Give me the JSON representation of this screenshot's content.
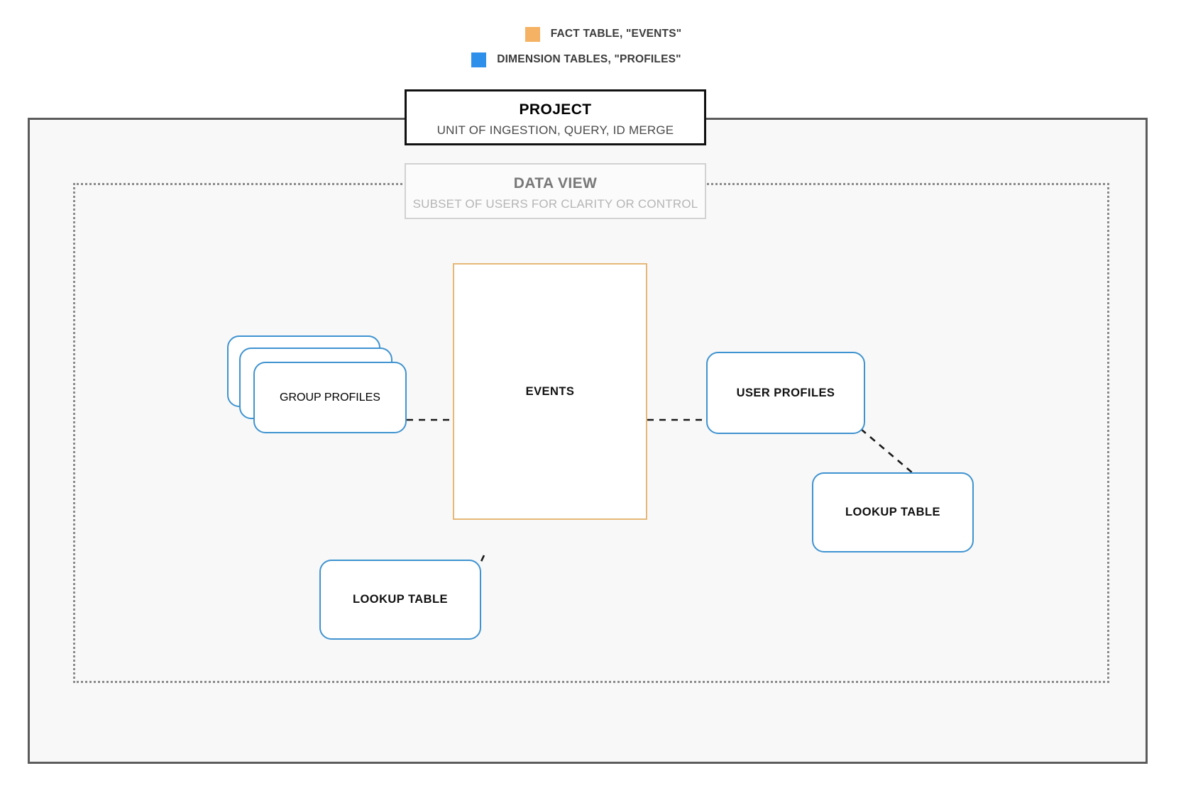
{
  "legend": {
    "items": [
      {
        "label": "FACT TABLE, \"EVENTS\"",
        "color": "#f5b264",
        "icon": "square-swatch-icon"
      },
      {
        "label": "DIMENSION TABLES, \"PROFILES\"",
        "color": "#2f90ec",
        "icon": "square-swatch-icon"
      }
    ]
  },
  "project": {
    "title": "PROJECT",
    "subtitle": "UNIT OF INGESTION, QUERY, ID MERGE",
    "border_color": "#111111"
  },
  "data_view": {
    "title": "DATA VIEW",
    "subtitle": "SUBSET OF USERS FOR CLARITY OR CONTROL",
    "border_color": "#d2d2d2"
  },
  "entities": {
    "group_profiles": {
      "label": "GROUP PROFILES",
      "type": "dimension",
      "color": "#3f93d0",
      "stacked": true
    },
    "events": {
      "label": "EVENTS",
      "type": "fact",
      "color": "#e6b877",
      "stacked": false
    },
    "user_profiles": {
      "label": "USER PROFILES",
      "type": "dimension",
      "color": "#3f93d0",
      "stacked": false
    },
    "lookup_table_left": {
      "label": "LOOKUP TABLE",
      "type": "dimension",
      "color": "#3f93d0",
      "stacked": false
    },
    "lookup_table_right": {
      "label": "LOOKUP TABLE",
      "type": "dimension",
      "color": "#3f93d0",
      "stacked": false
    }
  },
  "connections": [
    {
      "from": "group_profiles",
      "to": "events",
      "style": "dashed"
    },
    {
      "from": "events",
      "to": "user_profiles",
      "style": "dashed"
    },
    {
      "from": "user_profiles",
      "to": "lookup_table_right",
      "style": "dashed"
    },
    {
      "from": "events",
      "to": "lookup_table_left",
      "style": "dashed"
    }
  ],
  "canvas": {
    "background": "#ffffff",
    "frame_background": "#f8f8f8",
    "frame_border": "#5c5c5c",
    "dataview_frame_border": "#8a8a8a"
  }
}
